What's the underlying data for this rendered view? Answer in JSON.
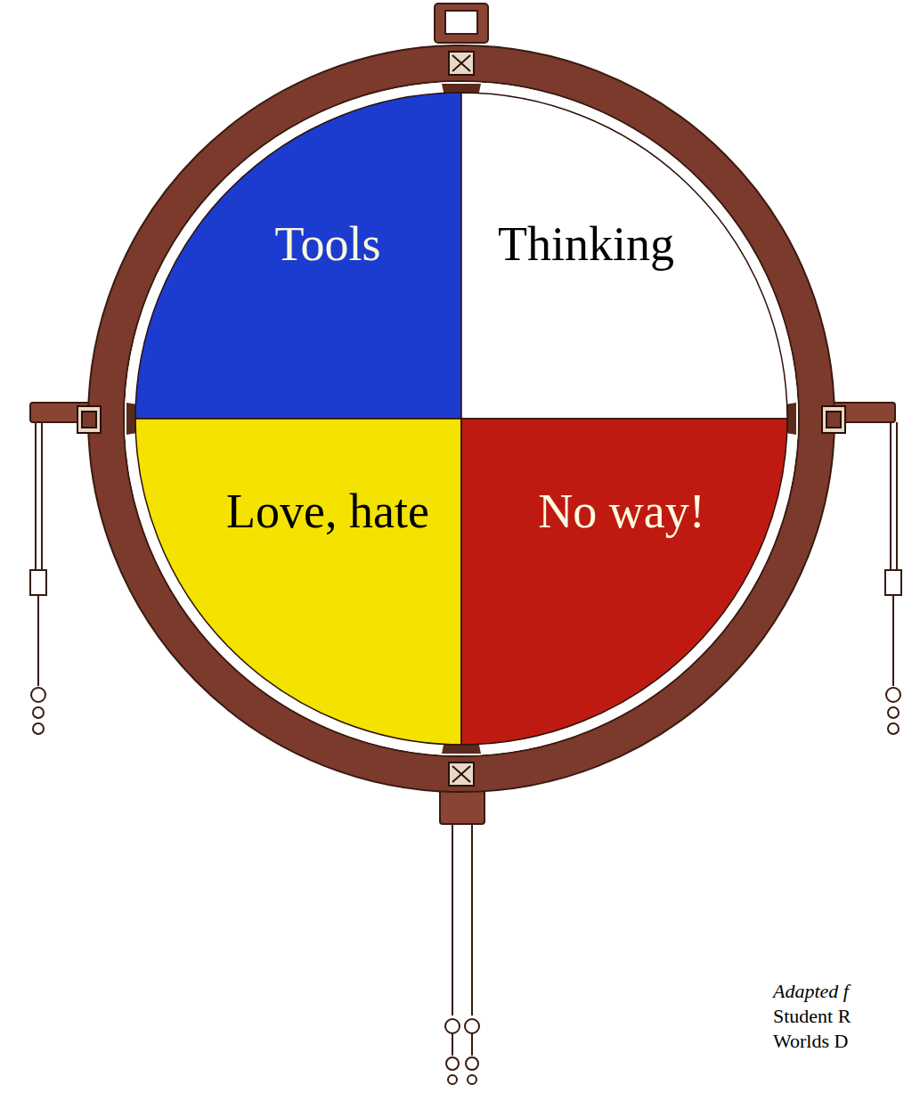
{
  "diagram": {
    "nodes": [
      {
        "text": [
          "Tools"
        ]
      },
      {
        "text": [
          "Thinking"
        ]
      },
      {
        "text": [
          "Love, hate"
        ]
      },
      {
        "text": [
          "No way!"
        ]
      }
    ],
    "labels": [
      "Adapted f",
      "Student R",
      "Worlds D"
    ]
  }
}
